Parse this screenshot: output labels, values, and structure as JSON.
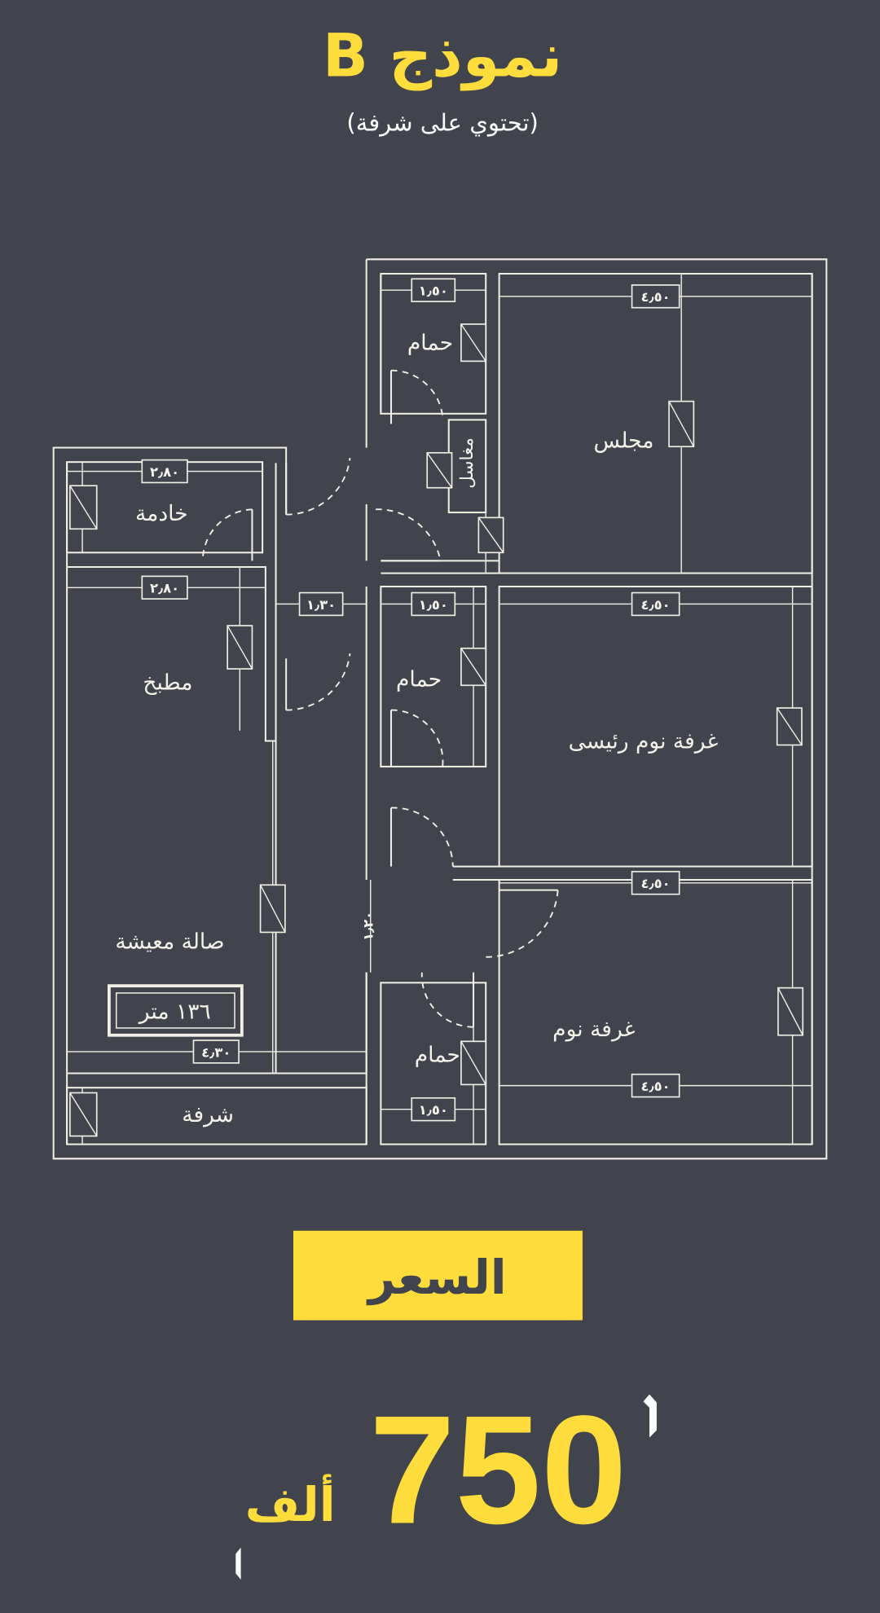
{
  "header": {
    "title": "نموذج B",
    "subtitle": "(تحتوي على شرفة)"
  },
  "plan": {
    "rooms": {
      "bath_top": "حمام",
      "majlis": "مجلس",
      "washbasins": "مغاسل",
      "maid": "خادمة",
      "kitchen": "مطبخ",
      "bath_middle": "حمام",
      "master_bedroom": "غرفة نوم رئيسى",
      "living": "صالة معيشة",
      "bedroom": "غرفة نوم",
      "bath_bottom": "حمام",
      "balcony": "شرفة"
    },
    "area": "١٣٦ متر",
    "dimensions": {
      "bath_top_width": "١٫٥٠",
      "majlis_width": "٤٫٥٠",
      "maid_width": "٢٫٨٠",
      "kitchen_width": "٢٫٨٠",
      "corridor_width": "١٫٣٠",
      "bath_middle_width": "١٫٥٠",
      "master_width": "٤٫٥٠",
      "bedroom_top_width": "٤٫٥٠",
      "bedroom_width": "٤٫٥٠",
      "living_width": "٤٫٣٠",
      "bath_bottom_width": "١٫٥٠",
      "entry_depth": "١٫٢٠"
    }
  },
  "price": {
    "label": "السعر",
    "value": "750",
    "unit": "ألف"
  },
  "colors": {
    "background": "#41444c",
    "accent": "#fddc3c",
    "lines": "#f2f0e6"
  }
}
